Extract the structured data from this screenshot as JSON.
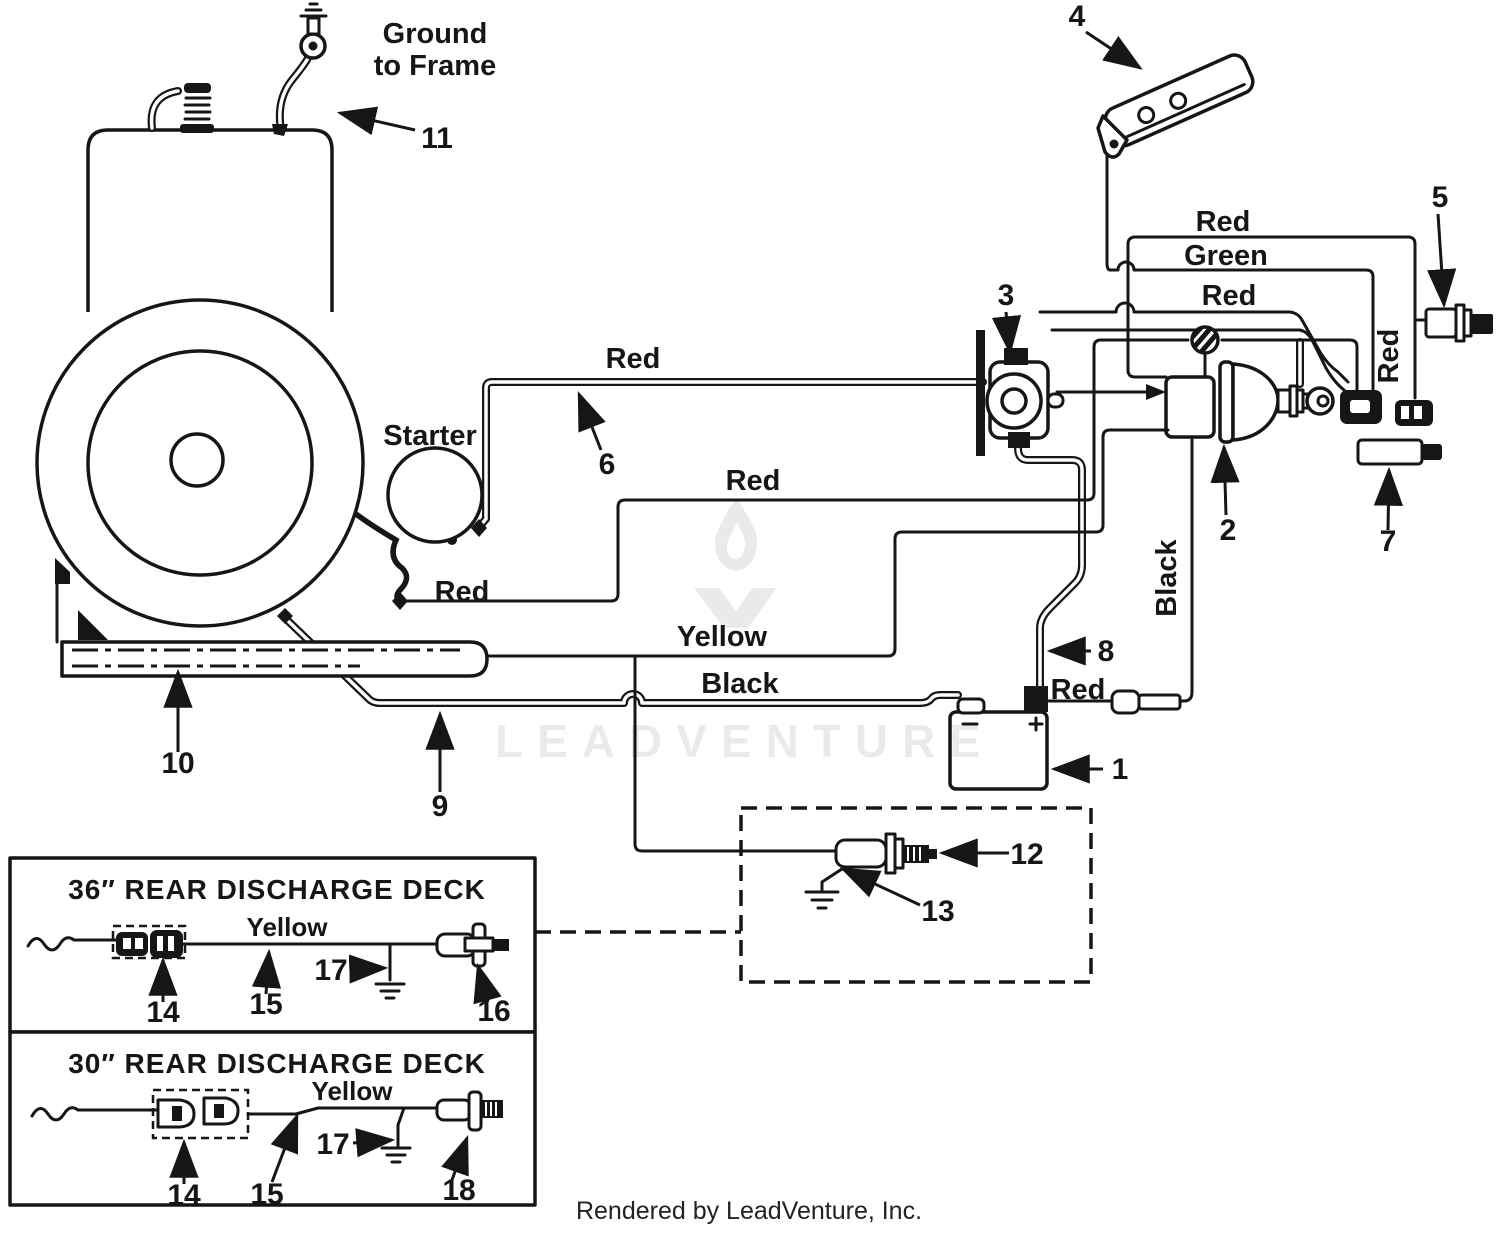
{
  "header": {
    "ground_note_line1": "Ground",
    "ground_note_line2": "to Frame"
  },
  "labels": {
    "starter": "Starter"
  },
  "wires": {
    "w_top_red": "Red",
    "w_mid_red": "Red",
    "w_low_red": "Red",
    "w_yellow": "Yellow",
    "w_black": "Black",
    "w_r_red_top": "Red",
    "w_r_green": "Green",
    "w_r_red_mid": "Red",
    "w_r_red_vert": "Red",
    "w_r_black_vert": "Black",
    "w_batt_red": "Red"
  },
  "callouts": {
    "c1": "1",
    "c2": "2",
    "c3": "3",
    "c4": "4",
    "c5": "5",
    "c6": "6",
    "c7": "7",
    "c8": "8",
    "c9": "9",
    "c10": "10",
    "c11": "11",
    "c12": "12",
    "c13": "13",
    "c14": "14",
    "c15": "15",
    "c16": "16",
    "c17": "17",
    "c18": "18"
  },
  "deck36": {
    "title": "36″ REAR DISCHARGE DECK",
    "wire": "Yellow"
  },
  "deck30": {
    "title": "30″ REAR DISCHARGE DECK",
    "wire": "Yellow"
  },
  "watermark": {
    "text": "LEADVENTURE",
    "logo": "leadventure-flame-logo"
  },
  "footer": {
    "credit": "Rendered by LeadVenture, Inc."
  }
}
